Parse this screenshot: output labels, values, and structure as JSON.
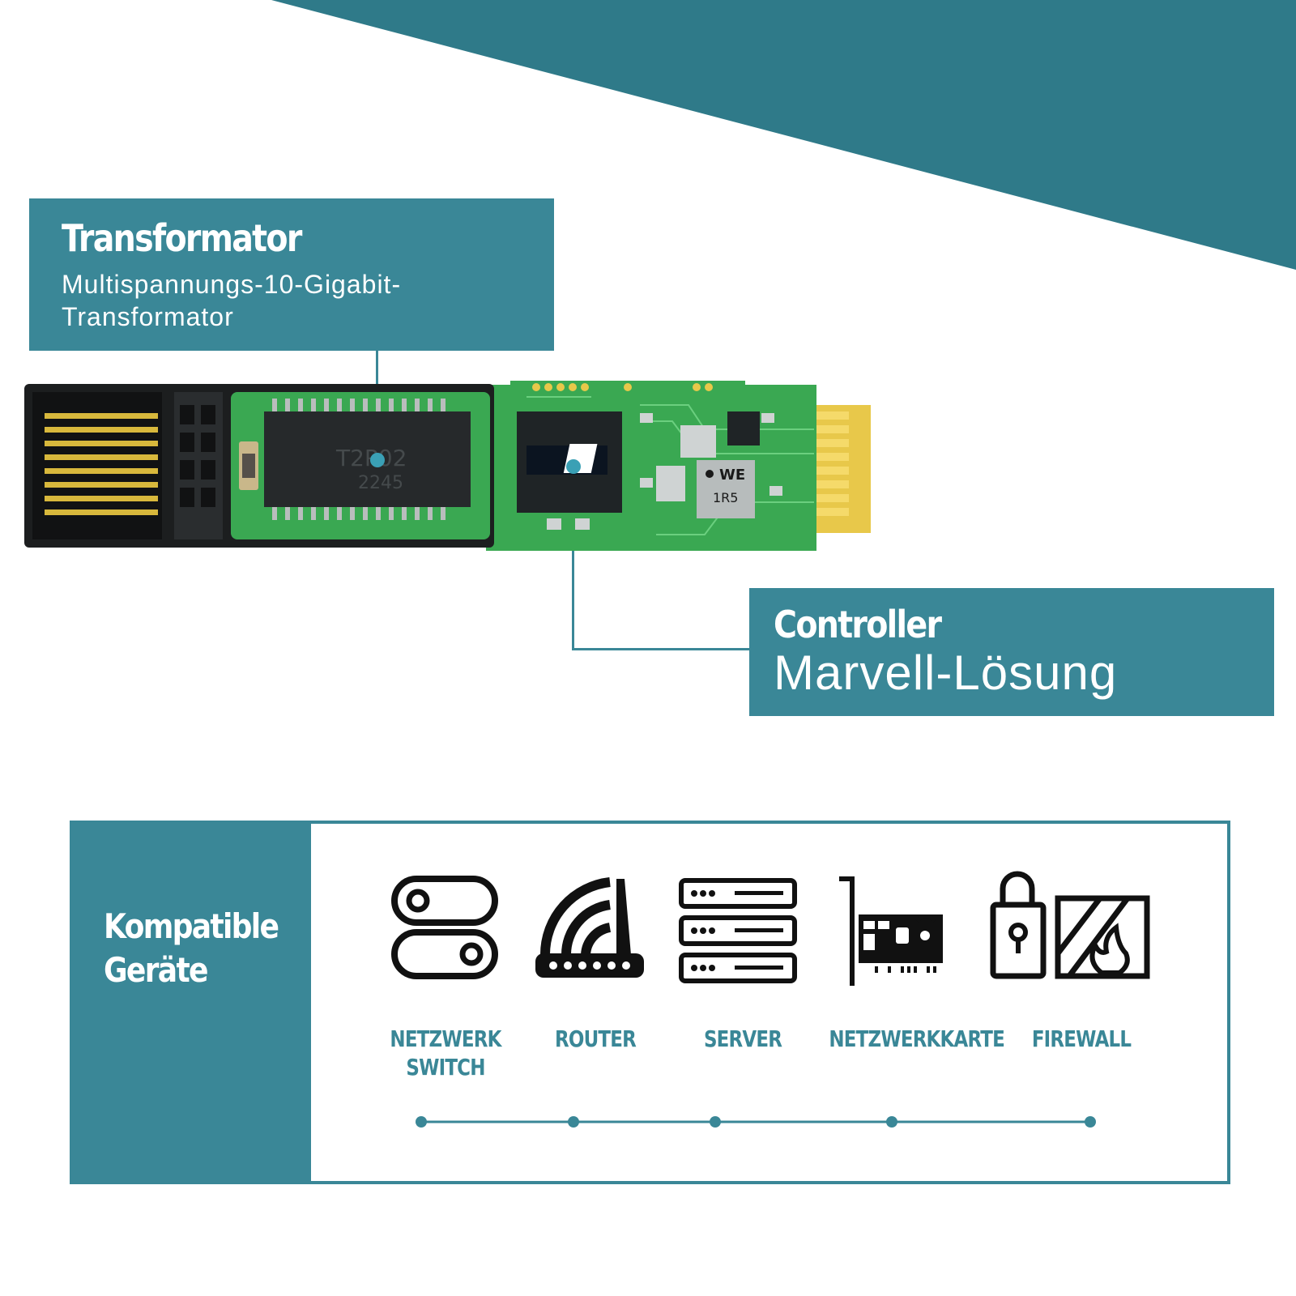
{
  "transformer": {
    "title": "Transformator",
    "subtitle": "Multispannungs-10-Gigabit-Transformator"
  },
  "controller": {
    "title": "Controller",
    "subtitle": "Marvell-Lösung"
  },
  "chip_markings": {
    "transformer_line1": "T2P02",
    "transformer_line2": "2245",
    "inductor": "1R5",
    "inductor_logo": "WE"
  },
  "compatible": {
    "title": "Kompatible Geräte",
    "devices": [
      {
        "label": "NETZWERK\nSWITCH",
        "icon": "switch-icon"
      },
      {
        "label": "ROUTER",
        "icon": "router-icon"
      },
      {
        "label": "SERVER",
        "icon": "server-icon"
      },
      {
        "label": "NETZWERKKARTE",
        "icon": "network-card-icon"
      },
      {
        "label": "FIREWALL",
        "icon": "firewall-icon"
      }
    ]
  },
  "colors": {
    "accent": "#3a8797",
    "wedge": "#2f7a89",
    "pcb": "#3aa852",
    "gold": "#e8c84a",
    "black": "#1a1a1a"
  }
}
